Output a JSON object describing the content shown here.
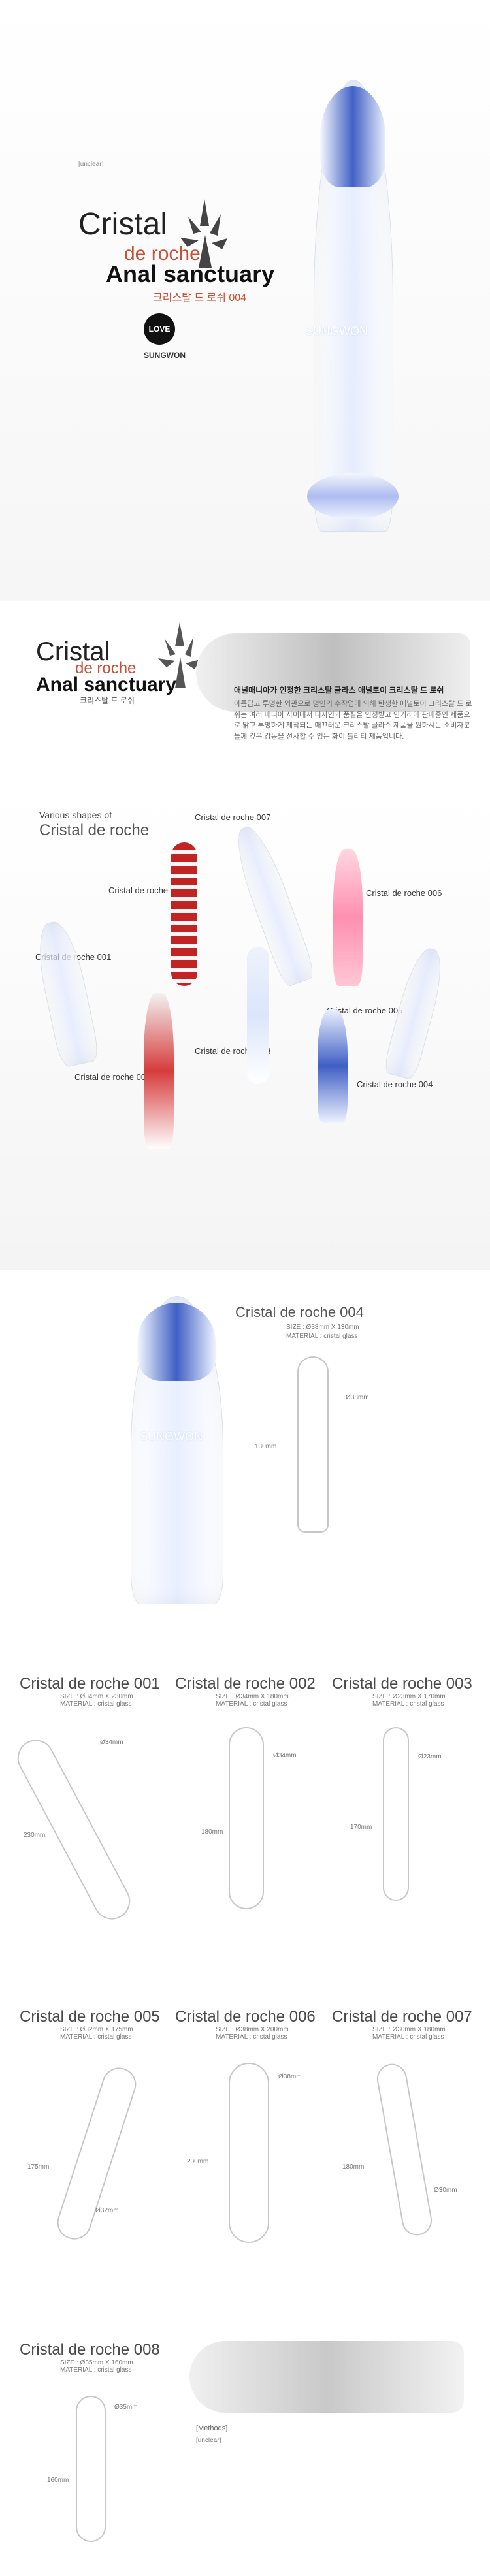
{
  "header": {
    "title1": "Cristal",
    "title2": "de roche",
    "title3": "Anal sanctuary",
    "subtitle": "크리스탈 드 로쉬 004",
    "intro": "[unclear]",
    "brand": "SUNGWON",
    "logo": "LOVE"
  },
  "hero": {
    "watermark": "SUNGWON"
  },
  "section2": {
    "title1": "Cristal",
    "title2": "de roche",
    "title3": "Anal sanctuary",
    "subtitle": "크리스탈 드 로쉬",
    "korean_heading": "애널매니아가 인정한 크리스탈 글라스 애널토이 크리스탈 드 로쉬",
    "korean_body": "아름답고 투명한 외관으로 명인의 수작업에 의해 탄생한 애널토이 크리스탈 드 로쉬는 여러 매니아 사이에서 디자인과 품질을 인정받고 인기리에 판매중인 제품으로 맑고 투명하게 제작되는 매끄러운 크리스탈 글라스 제품을 원하시는 소비자분들께 깊은 감동을 선사할 수 있는 화이 틀리티 제품입니다."
  },
  "shapes": {
    "title1": "Various shapes of",
    "title2": "Cristal de roche",
    "labels": [
      "Cristal de roche 007",
      "Cristal de roche 008",
      "Cristal de roche 006",
      "Cristal de roche 001",
      "Cristal de roche 005",
      "Cristal de roche 003",
      "Cristal de roche 002",
      "Cristal de roche 004"
    ]
  },
  "detail": {
    "title": "Cristal de roche 004",
    "size": "SIZE : Ø38mm X 130mm",
    "material": "MATERIAL : cristal glass",
    "dim_w": "Ø38mm",
    "dim_h": "130mm"
  },
  "grid": [
    {
      "title": "Cristal de roche 001",
      "size": "SIZE : Ø34mm X 230mm",
      "material": "MATERIAL : cristal glass",
      "h": "230mm",
      "w": "Ø34mm"
    },
    {
      "title": "Cristal de roche 002",
      "size": "SIZE : Ø34mm X 180mm",
      "material": "MATERIAL : cristal glass",
      "h": "180mm",
      "w": "Ø34mm"
    },
    {
      "title": "Cristal de roche 003",
      "size": "SIZE : Ø23mm X 170mm",
      "material": "MATERIAL : cristal glass",
      "h": "170mm",
      "w": "Ø23mm"
    },
    {
      "title": "Cristal de roche 005",
      "size": "SIZE : Ø32mm X 175mm",
      "material": "MATERIAL : cristal glass",
      "h": "175mm",
      "w": "Ø32mm"
    },
    {
      "title": "Cristal de roche 006",
      "size": "SIZE : Ø38mm X 200mm",
      "material": "MATERIAL : cristal glass",
      "h": "200mm",
      "w": "Ø38mm"
    },
    {
      "title": "Cristal de roche 007",
      "size": "SIZE : Ø30mm X 180mm",
      "material": "MATERIAL : cristal glass",
      "h": "180mm",
      "w": "Ø30mm"
    }
  ],
  "final": {
    "title": "Cristal de roche 008",
    "size": "SIZE : Ø35mm X 160mm",
    "material": "MATERIAL : cristal glass",
    "h": "160mm",
    "w": "Ø35mm",
    "methods_title": "[Methods]",
    "methods_text": "[unclear]"
  }
}
